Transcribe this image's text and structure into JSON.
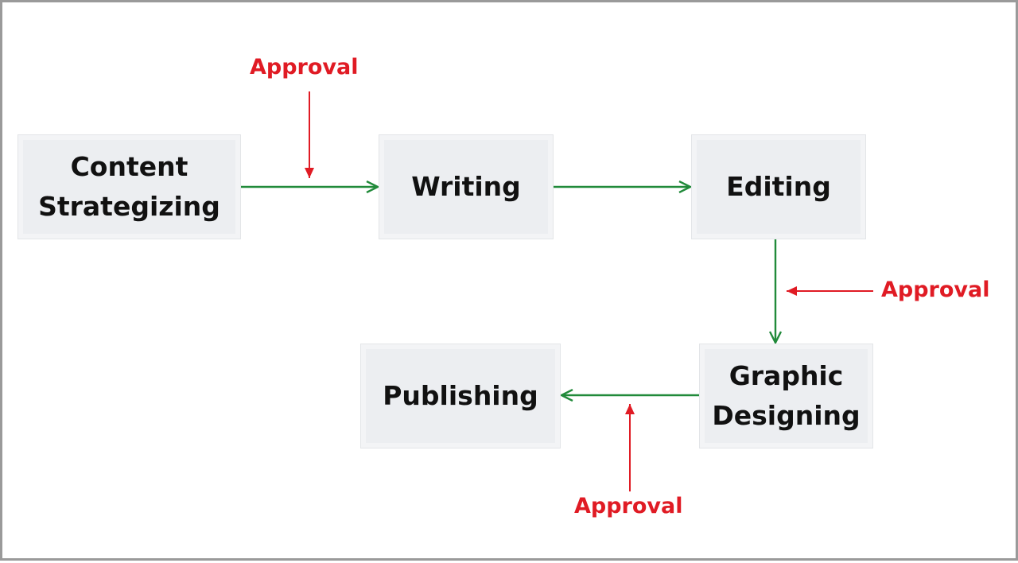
{
  "colors": {
    "flow_arrow": "#218a3a",
    "approval": "#e01b24",
    "box_fill": "#eceef1",
    "text": "#111111"
  },
  "steps": [
    {
      "label": "Content\nStrategizing"
    },
    {
      "label": "Writing"
    },
    {
      "label": "Editing"
    },
    {
      "label": "Graphic\nDesigning"
    },
    {
      "label": "Publishing"
    }
  ],
  "approvals": [
    {
      "label": "Approval"
    },
    {
      "label": "Approval"
    },
    {
      "label": "Approval"
    }
  ]
}
